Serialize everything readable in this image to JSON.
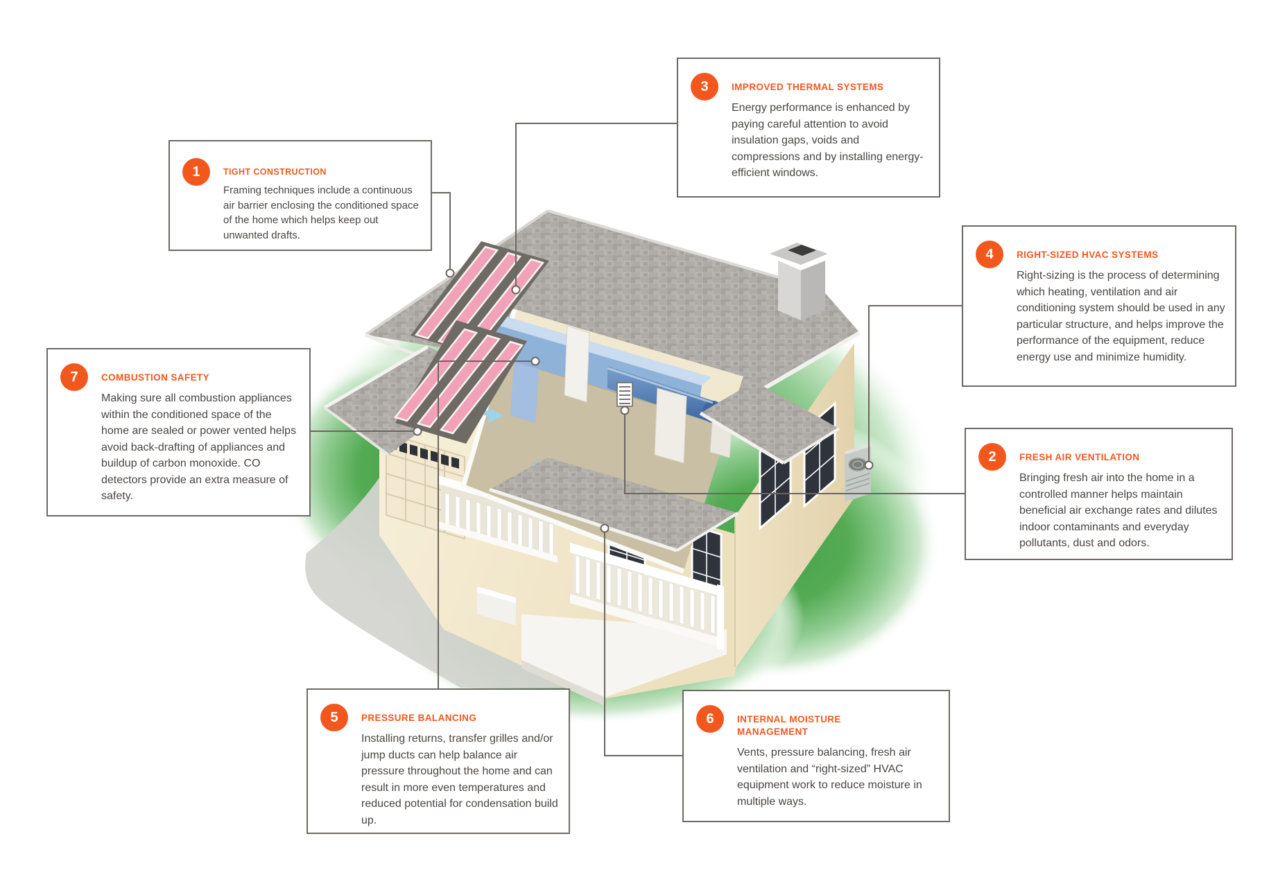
{
  "palette": {
    "accent_orange": "#F2571E",
    "box_border": "#6E6862",
    "body_text": "#4A4540",
    "connector_gray": "#6B6560",
    "roof_gray": "#AFACA7",
    "wall_cream": "#F6EDD5",
    "insulation_pink": "#F2A2B8",
    "duct_blue": "#8FB2D9",
    "lawn_green": "#46A24C",
    "driveway_gray": "#D4D4D0"
  },
  "callouts": [
    {
      "number": "1",
      "title": "TIGHT CONSTRUCTION",
      "body": "Framing techniques include a continuous air barrier enclosing the conditioned space of the home which helps keep out unwanted drafts."
    },
    {
      "number": "2",
      "title": "FRESH AIR VENTILATION",
      "body": "Bringing fresh air into the home in a controlled manner helps maintain beneficial air exchange rates and dilutes indoor contaminants and everyday pollutants, dust and odors."
    },
    {
      "number": "3",
      "title": "IMPROVED THERMAL SYSTEMS",
      "body": "Energy performance is enhanced by paying careful attention to avoid insulation gaps, voids and compressions and by installing energy-efficient windows."
    },
    {
      "number": "4",
      "title": "RIGHT-SIZED HVAC SYSTEMS",
      "body": "Right-sizing is the process of determining which heating, ventilation and air conditioning system should be used in any particular structure, and helps improve the performance of the equipment, reduce energy use and minimize humidity."
    },
    {
      "number": "5",
      "title": "PRESSURE BALANCING",
      "body": "Installing returns, transfer grilles and/or jump ducts can help balance air pressure throughout the home and can result in more even temperatures and reduced potential for condensation build up."
    },
    {
      "number": "6",
      "title": "INTERNAL MOISTURE MANAGEMENT",
      "body": "Vents, pressure balancing, fresh air ventilation and  “right-sized” HVAC equipment work to reduce moisture in multiple ways."
    },
    {
      "number": "7",
      "title": "COMBUSTION SAFETY",
      "body": "Making sure all combustion appliances within the conditioned space of the home are sealed or power vented helps avoid back-drafting of appliances and buildup of carbon monoxide. CO detectors provide an extra measure of safety."
    }
  ]
}
